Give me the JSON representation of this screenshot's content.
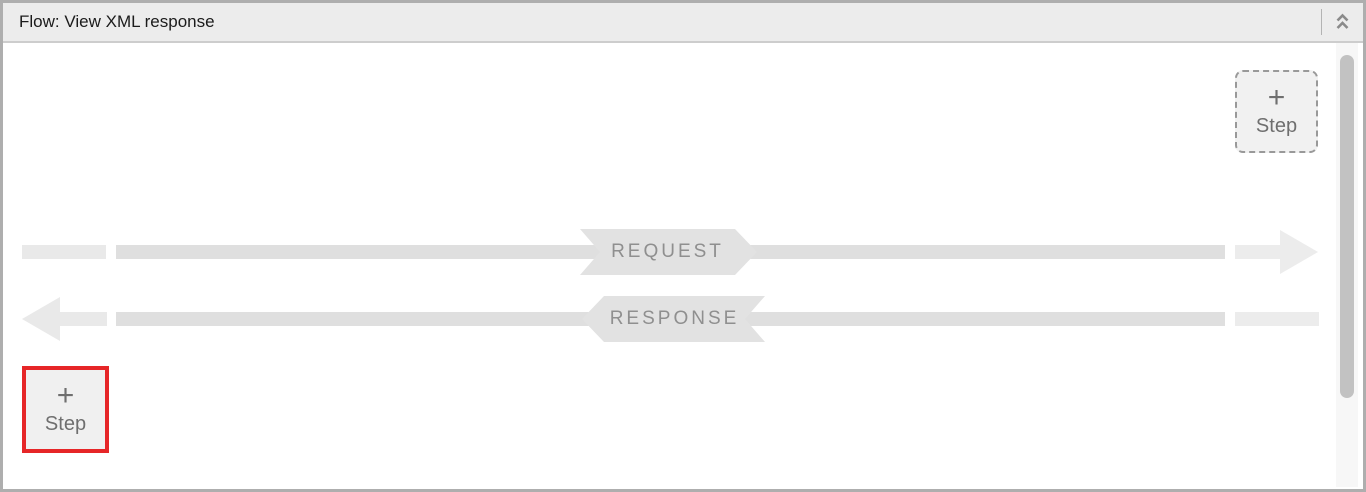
{
  "header": {
    "title": "Flow: View XML response"
  },
  "flow": {
    "request_label": "REQUEST",
    "response_label": "RESPONSE"
  },
  "add_step_top": {
    "plus": "+",
    "label": "Step"
  },
  "add_step_bottom": {
    "plus": "+",
    "label": "Step"
  },
  "icons": {
    "collapse": "double-chevron-up",
    "request_arrow": "arrow-right",
    "response_arrow": "arrow-left"
  },
  "colors": {
    "highlight_red": "#e62628",
    "flow_line": "#dfdfdf",
    "flow_line_end_light": "#e9e9e9",
    "flow_line_end_lighter": "#ececec",
    "badge_fill": "#e2e2e2",
    "badge_text": "#8f8f8f",
    "header_bg": "#ececec",
    "panel_border": "#aeaeae"
  }
}
